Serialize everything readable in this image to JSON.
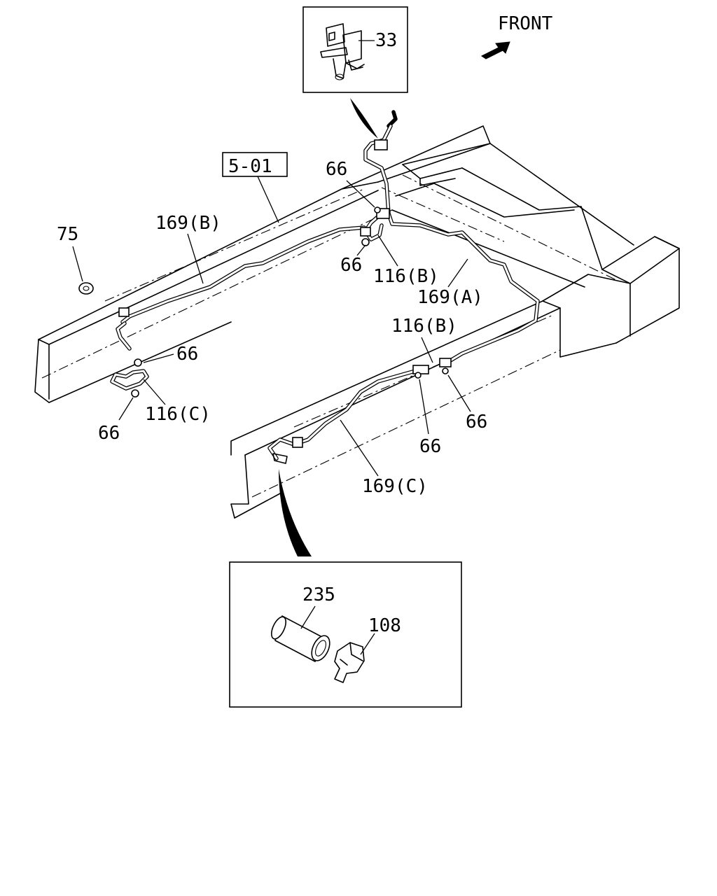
{
  "diagram": {
    "direction_label": "FRONT",
    "reference_label": "5-01",
    "callouts": {
      "p33": "33",
      "p66_top": "66",
      "p66_mid": "66",
      "p66_left": "66",
      "p66_bottom_left": "66",
      "p66_right_a": "66",
      "p66_right_b": "66",
      "p75": "75",
      "p169b": "169(B)",
      "p169a": "169(A)",
      "p169c": "169(C)",
      "p116b_top": "116(B)",
      "p116b_right": "116(B)",
      "p116c": "116(C)",
      "p235": "235",
      "p108": "108"
    }
  }
}
